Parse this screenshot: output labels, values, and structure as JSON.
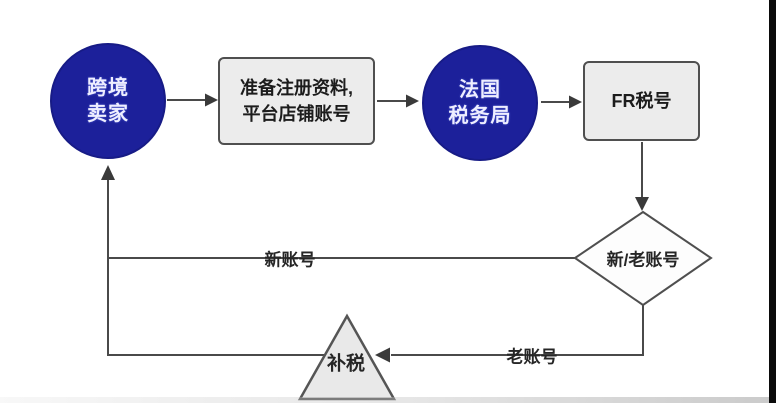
{
  "diagram": {
    "type": "flowchart",
    "nodes": {
      "seller": {
        "shape": "circle",
        "line1": "跨境",
        "line2": "卖家"
      },
      "prepare": {
        "shape": "rect",
        "line1": "准备注册资料,",
        "line2": "平台店铺账号"
      },
      "tax_bureau": {
        "shape": "circle",
        "line1": "法国",
        "line2": "税务局"
      },
      "fr_number": {
        "shape": "rect",
        "label": "FR税号"
      },
      "decision": {
        "shape": "diamond",
        "label": "新/老账号"
      },
      "back_tax": {
        "shape": "triangle",
        "label": "补税"
      }
    },
    "edges": {
      "new_account_label": "新账号",
      "old_account_label": "老账号"
    },
    "colors": {
      "circle_fill": "#1c209a",
      "circle_text": "#eeeeff",
      "rect_fill": "#ececec",
      "shape_border": "#4f4f4f",
      "line": "#4a4a4a",
      "arrowhead": "#3a3a3a",
      "label_text": "#262626",
      "right_strip": "#0b0b0b"
    }
  }
}
